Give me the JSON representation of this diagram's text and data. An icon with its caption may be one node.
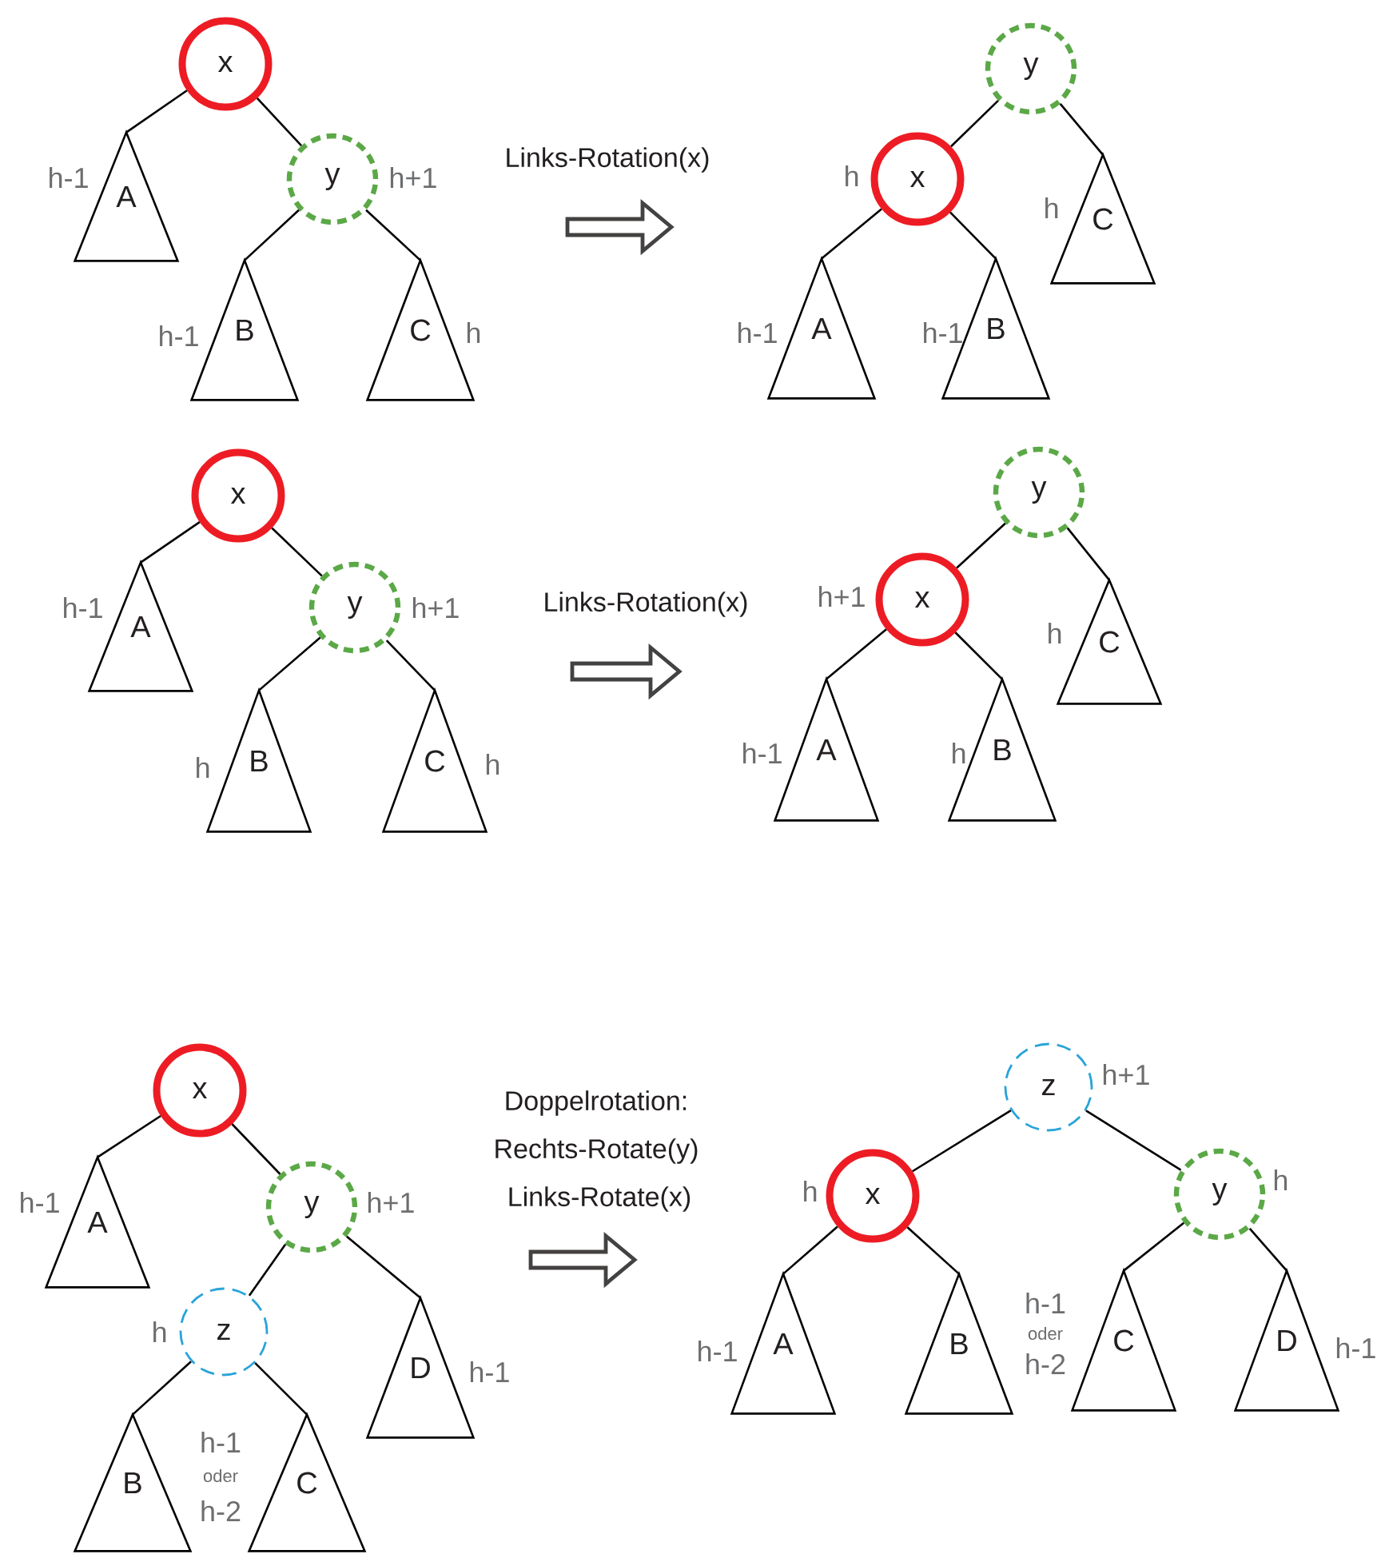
{
  "diagram": {
    "nodes": [
      {
        "text": [
          "x"
        ]
      },
      {
        "text": [
          "A"
        ],
        "beside": [
          "h-1"
        ]
      },
      {
        "text": [
          "y"
        ],
        "beside": [
          "h+1"
        ]
      },
      {
        "text": [
          "B"
        ],
        "beside": [
          "h-1"
        ]
      },
      {
        "text": [
          "C"
        ],
        "beside": [
          "h"
        ]
      },
      {
        "text": [
          "y"
        ]
      },
      {
        "text": [
          "x"
        ],
        "beside": [
          "h"
        ]
      },
      {
        "text": [
          "C"
        ],
        "beside": [
          "h"
        ]
      },
      {
        "text": [
          "A"
        ],
        "beside": [
          "h-1"
        ]
      },
      {
        "text": [
          "B"
        ],
        "beside": [
          "h-1"
        ]
      },
      {
        "text": [
          "x"
        ]
      },
      {
        "text": [
          "A"
        ],
        "beside": [
          "h-1"
        ]
      },
      {
        "text": [
          "y"
        ],
        "beside": [
          "h+1"
        ]
      },
      {
        "text": [
          "B"
        ],
        "beside": [
          "h"
        ]
      },
      {
        "text": [
          "C"
        ],
        "beside": [
          "h"
        ]
      },
      {
        "text": [
          "y"
        ]
      },
      {
        "text": [
          "x"
        ],
        "beside": [
          "h+1"
        ]
      },
      {
        "text": [
          "C"
        ],
        "beside": [
          "h"
        ]
      },
      {
        "text": [
          "A"
        ],
        "beside": [
          "h-1"
        ]
      },
      {
        "text": [
          "B"
        ],
        "beside": [
          "h"
        ]
      },
      {
        "text": [
          "x"
        ]
      },
      {
        "text": [
          "A"
        ],
        "beside": [
          "h-1"
        ]
      },
      {
        "text": [
          "y"
        ],
        "beside": [
          "h+1"
        ]
      },
      {
        "text": [
          "z"
        ],
        "beside": [
          "h"
        ]
      },
      {
        "text": [
          "D"
        ],
        "beside": [
          "h-1"
        ]
      },
      {
        "text": [
          "B"
        ]
      },
      {
        "text": [
          "C"
        ]
      },
      {
        "text": [
          "z"
        ],
        "beside": [
          "h+1"
        ]
      },
      {
        "text": [
          "x"
        ],
        "beside": [
          "h"
        ]
      },
      {
        "text": [
          "y"
        ],
        "beside": [
          "h"
        ]
      },
      {
        "text": [
          "A"
        ],
        "beside": [
          "h-1"
        ]
      },
      {
        "text": [
          "B"
        ]
      },
      {
        "text": [
          "C"
        ]
      },
      {
        "text": [
          "D"
        ],
        "beside": [
          "h-1"
        ]
      }
    ],
    "edges": [
      {
        "from": 0,
        "to": 1,
        "arrow": "none"
      },
      {
        "from": 0,
        "to": 2,
        "arrow": "none"
      },
      {
        "from": 2,
        "to": 3,
        "arrow": "none"
      },
      {
        "from": 2,
        "to": 4,
        "arrow": "none"
      },
      {
        "from": 5,
        "to": 6,
        "arrow": "none"
      },
      {
        "from": 5,
        "to": 7,
        "arrow": "none"
      },
      {
        "from": 6,
        "to": 8,
        "arrow": "none"
      },
      {
        "from": 6,
        "to": 9,
        "arrow": "none"
      },
      {
        "from": 10,
        "to": 11,
        "arrow": "none"
      },
      {
        "from": 10,
        "to": 12,
        "arrow": "none"
      },
      {
        "from": 12,
        "to": 13,
        "arrow": "none"
      },
      {
        "from": 12,
        "to": 14,
        "arrow": "none"
      },
      {
        "from": 15,
        "to": 16,
        "arrow": "none"
      },
      {
        "from": 15,
        "to": 17,
        "arrow": "none"
      },
      {
        "from": 16,
        "to": 18,
        "arrow": "none"
      },
      {
        "from": 16,
        "to": 19,
        "arrow": "none"
      },
      {
        "from": 20,
        "to": 21,
        "arrow": "none"
      },
      {
        "from": 20,
        "to": 22,
        "arrow": "none"
      },
      {
        "from": 22,
        "to": 23,
        "arrow": "none"
      },
      {
        "from": 22,
        "to": 24,
        "arrow": "none"
      },
      {
        "from": 23,
        "to": 25,
        "arrow": "none"
      },
      {
        "from": 23,
        "to": 26,
        "arrow": "none"
      },
      {
        "from": 27,
        "to": 28,
        "arrow": "none"
      },
      {
        "from": 27,
        "to": 29,
        "arrow": "none"
      },
      {
        "from": 28,
        "to": 30,
        "arrow": "none"
      },
      {
        "from": 28,
        "to": 31,
        "arrow": "none"
      },
      {
        "from": 29,
        "to": 32,
        "arrow": "none"
      },
      {
        "from": 29,
        "to": 33,
        "arrow": "none"
      }
    ],
    "labels": [
      "Links-Rotation(x)",
      "Links-Rotation(x)",
      "Doppelrotation:",
      "Rechts-Rotate(y)",
      "Links-Rotate(x)",
      "h-1",
      "oder",
      "h-2",
      "h-1",
      "oder",
      "h-2"
    ]
  }
}
